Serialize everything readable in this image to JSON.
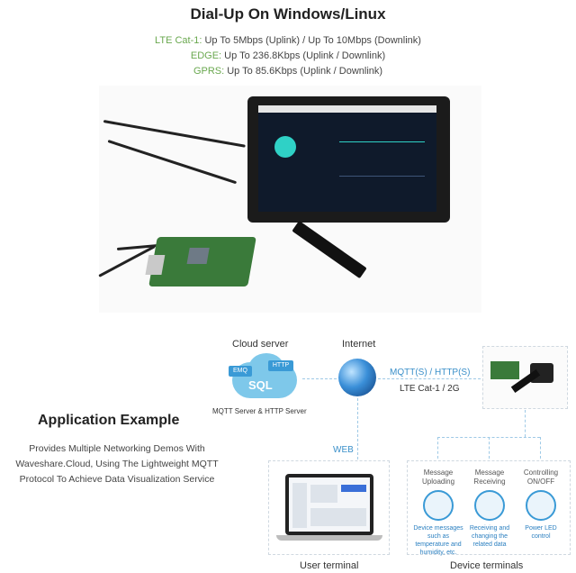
{
  "header": {
    "title": "Dial-Up On Windows/Linux",
    "specs": [
      {
        "label": "LTE Cat-1:",
        "text": " Up To 5Mbps (Uplink) / Up To 10Mbps (Downlink)"
      },
      {
        "label": "EDGE:",
        "text": " Up To 236.8Kbps (Uplink / Downlink)"
      },
      {
        "label": "GPRS:",
        "text": " Up To 85.6Kbps (Uplink / Downlink)"
      }
    ]
  },
  "diagram": {
    "cloud_server": "Cloud server",
    "internet": "Internet",
    "cloud_tags": {
      "emq": "EMQ",
      "http": "HTTP",
      "sql": "SQL"
    },
    "cloud_subtitle": "MQTT Server & HTTP Server",
    "protocol": "MQTT(S) / HTTP(S)",
    "network": "LTE Cat-1 / 2G",
    "web": "WEB",
    "user_terminal": "User terminal",
    "device_terminals": "Device terminals",
    "terminals": [
      {
        "title": "Message Uploading",
        "desc": "Device messages such as temperature and humidity, etc.",
        "icon": "thermometer-icon",
        "color": "#3a9ad6"
      },
      {
        "title": "Message Receiving",
        "desc": "Receiving and changing the related data",
        "icon": "chat-bubble-icon",
        "color": "#3a9ad6"
      },
      {
        "title": "Controlling ON/OFF",
        "desc": "Power LED control",
        "icon": "location-pin-icon",
        "color": "#3a9ad6"
      }
    ]
  },
  "application": {
    "title": "Application Example",
    "description": "Provides Multiple Networking Demos With Waveshare.Cloud, Using The Lightweight MQTT Protocol To Achieve Data Visualization Service"
  }
}
